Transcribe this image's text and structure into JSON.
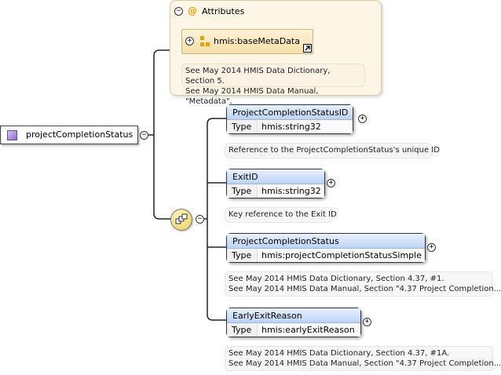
{
  "attributes": {
    "title": "Attributes",
    "item_label": "hmis:baseMetaData",
    "note_lines": [
      "See May 2014 HMIS Data Dictionary, Section 5.",
      "See May 2014 HMIS Data Manual, \"Metadata\"."
    ]
  },
  "root": {
    "label": "projectCompletionStatus"
  },
  "type_key": "Type",
  "elements": [
    {
      "name": "ProjectCompletionStatusID",
      "type": "hmis:string32",
      "note_lines": [
        "Reference to the ProjectCompletionStatus's unique ID"
      ]
    },
    {
      "name": "ExitID",
      "type": "hmis:string32",
      "note_lines": [
        "Key reference to the Exit ID"
      ]
    },
    {
      "name": "ProjectCompletionStatus",
      "type": "hmis:projectCompletionStatusSimple",
      "note_lines": [
        "See May 2014 HMIS Data Dictionary, Section 4.37, #1.",
        "See May 2014 HMIS Data Manual, Section \"4.37 Project Completion..."
      ]
    },
    {
      "name": "EarlyExitReason",
      "type": "hmis:earlyExitReason",
      "note_lines": [
        "See May 2014 HMIS Data Dictionary, Section 4.37, #1A.",
        "See May 2014 HMIS Data Manual, Section \"4.37 Project Completion..."
      ]
    }
  ],
  "colors": {
    "element_header": "#bcd3f5",
    "attribute_panel": "#fdf6e6",
    "attribute_icon": "#e8a000",
    "compositor": "#f1d977"
  },
  "icons": [
    "collapse-icon",
    "expand-icon",
    "at-icon",
    "attribute-group-icon",
    "shortcut-arrow-icon",
    "complex-type-icon",
    "sequence-icon"
  ]
}
